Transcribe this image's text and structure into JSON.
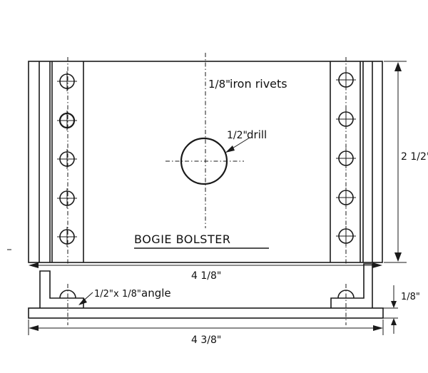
{
  "diagram": {
    "title": "BOGIE BOLSTER",
    "rivets_note": {
      "fraction": "1/8\"",
      "text": "iron rivets"
    },
    "drill_note": {
      "fraction": "1/2\"",
      "text": "drill"
    },
    "height_dim": "2 1/2\"",
    "top_width_dim": "4 1/8\"",
    "angle_note": {
      "fraction_a": "1/2\"",
      "times": "x",
      "fraction_b": "1/8\"",
      "text": "angle"
    },
    "plate_thickness_dim": "1/8\"",
    "bottom_width_dim": "4 3/8\""
  }
}
